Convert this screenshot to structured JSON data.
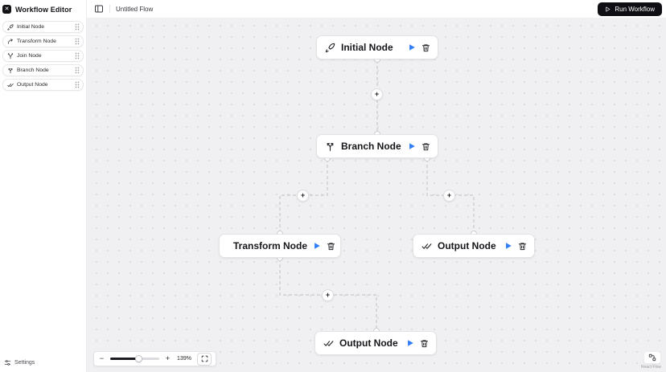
{
  "app": {
    "title": "Workflow Editor",
    "logo_glyph": "✕"
  },
  "header": {
    "flow_name": "Untitled Flow",
    "run_label": "Run Workflow"
  },
  "palette": {
    "items": [
      {
        "label": "Initial Node",
        "icon": "rocket-icon"
      },
      {
        "label": "Transform Node",
        "icon": "curve-arrow-icon"
      },
      {
        "label": "Join Node",
        "icon": "merge-icon"
      },
      {
        "label": "Branch Node",
        "icon": "split-icon"
      },
      {
        "label": "Output Node",
        "icon": "double-check-icon"
      }
    ]
  },
  "canvas": {
    "add_label": "+",
    "nodes": [
      {
        "label": "Initial Node",
        "icon": "rocket-icon"
      },
      {
        "label": "Branch Node",
        "icon": "split-icon"
      },
      {
        "label": "Transform Node",
        "icon": "curve-arrow-icon"
      },
      {
        "label": "Output Node",
        "icon": "double-check-icon"
      },
      {
        "label": "Output Node",
        "icon": "double-check-icon"
      }
    ]
  },
  "controls": {
    "zoom_out": "−",
    "zoom_in": "+",
    "zoom_level": "139%"
  },
  "footer": {
    "settings_label": "Settings",
    "attribution": "React Flow"
  },
  "colors": {
    "accent": "#2f7df6",
    "canvas_bg": "#f0f0f2",
    "run_button_bg": "#0f0f13",
    "edge": "#c7c7cc"
  }
}
